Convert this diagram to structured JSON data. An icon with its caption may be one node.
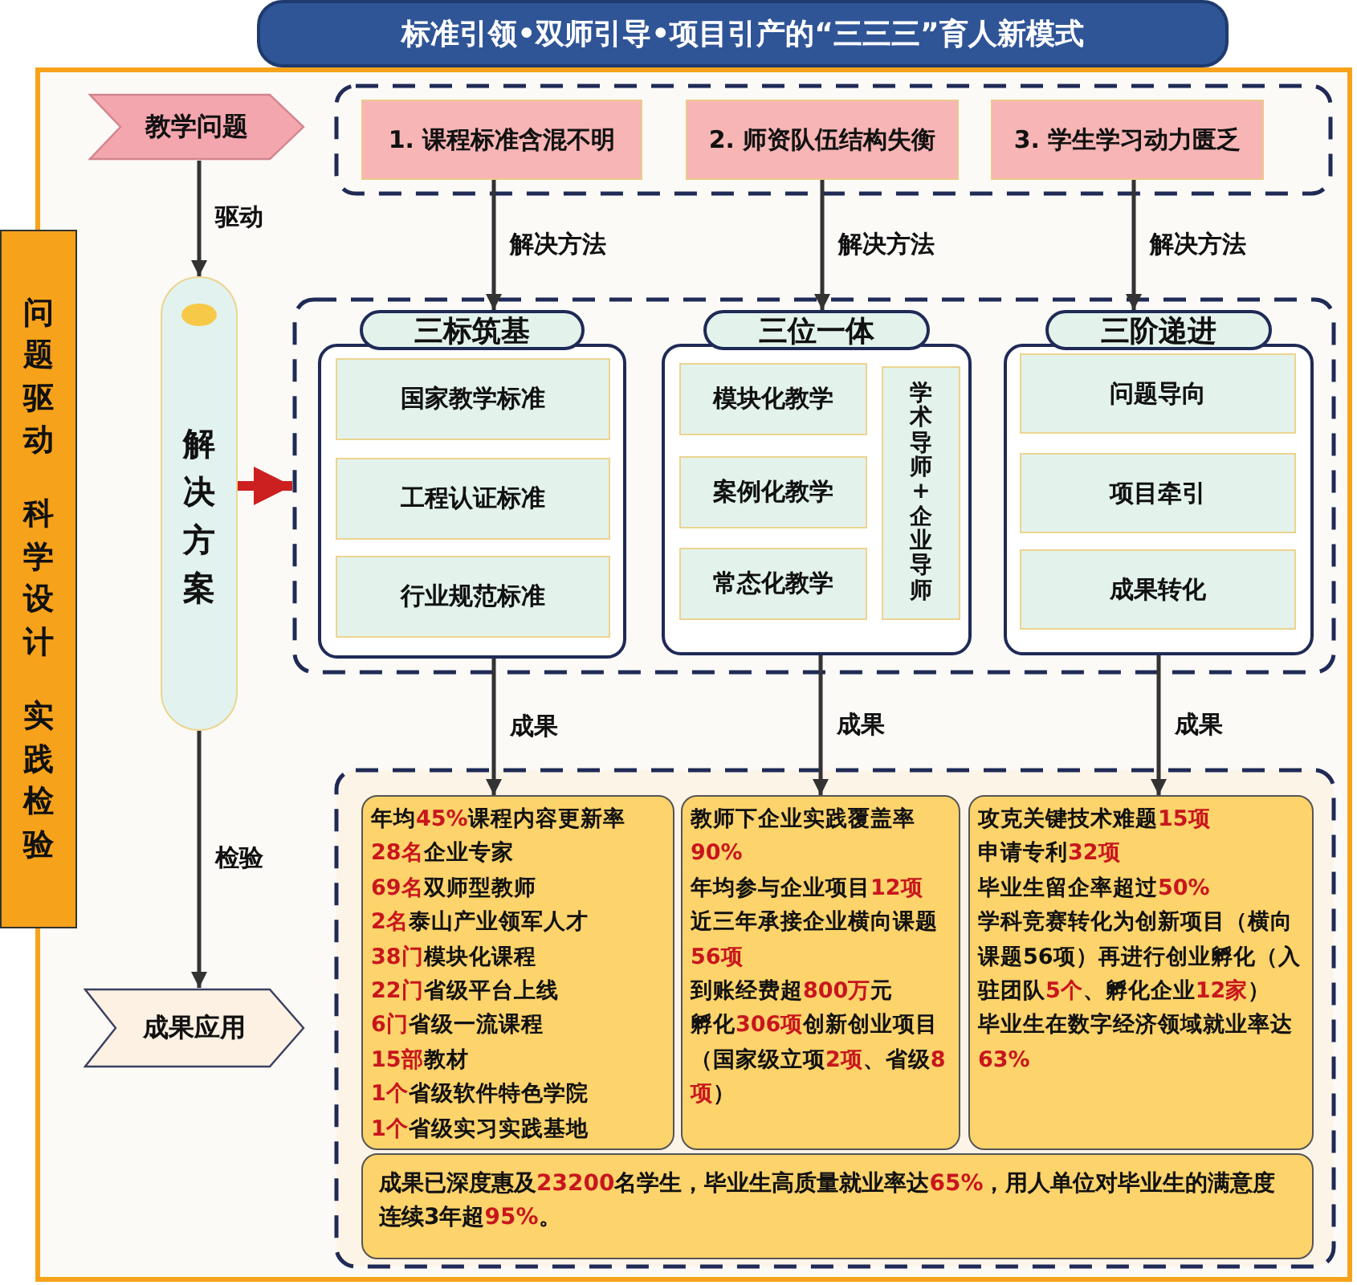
{
  "diagram": {
    "title": "标准引领•双师引导•项目引产的“三三三”育人新模式",
    "nodes": [
      {
        "text": [
          "教学问题"
        ]
      },
      {
        "text": [],
        "shape": "box"
      },
      {
        "text": [
          "1. 课程标准含混不明"
        ],
        "in": 1
      },
      {
        "text": [
          "2. 师资队伍结构失衡"
        ],
        "in": 1
      },
      {
        "text": [
          "3. 学生学习动力匮乏"
        ],
        "in": 1
      },
      {
        "text": [
          "解决方案"
        ]
      },
      {
        "text": [],
        "shape": "box"
      },
      {
        "text": [
          "三标筑基"
        ],
        "in": 6
      },
      {
        "text": [
          "国家教学标准"
        ],
        "in": 7
      },
      {
        "text": [
          "工程认证标准"
        ],
        "in": 7
      },
      {
        "text": [
          "行业规范标准"
        ],
        "in": 7
      },
      {
        "text": [
          "三位一体"
        ],
        "in": 6
      },
      {
        "text": [
          "模块化教学"
        ],
        "in": 11
      },
      {
        "text": [
          "案例化教学"
        ],
        "in": 11
      },
      {
        "text": [
          "常态化教学"
        ],
        "in": 11
      },
      {
        "text": [
          "学术导师+企业导师"
        ],
        "in": 11
      },
      {
        "text": [
          "三阶递进"
        ],
        "in": 6
      },
      {
        "text": [
          "问题导向"
        ],
        "in": 16
      },
      {
        "text": [
          "项目牵引"
        ],
        "in": 16
      },
      {
        "text": [
          "成果转化"
        ],
        "in": 16
      },
      {
        "text": [],
        "shape": "box"
      },
      {
        "text": [
          "年均**45%**课程内容更新率",
          "**28名**企业专家",
          "**69名**双师型教师",
          "**2名**泰山产业领军人才",
          "**38门**模块化课程",
          "**22门**省级平台上线",
          "**6门**省级一流课程",
          "**15部**教材",
          "**1个**省级软件特色学院",
          "**1个**省级实习实践基地"
        ],
        "in": 20
      },
      {
        "text": [
          "教师下企业实践覆盖率**90%**",
          "年均参与企业项目**12项**",
          "近三年承接企业横向课题**56项**",
          "到账经费超**800万**元",
          "孵化**306项**创新创业项目（国家级立项**2项**、省级**8项**）"
        ],
        "in": 20
      },
      {
        "text": [
          "攻克关键技术难题**15项**",
          "申请专利**32项**",
          "毕业生留企率超过**50%**",
          "学科竞赛转化为创新项目（横向课题56项）再进行创业孵化（入驻团队**5个**、孵化企业**12家**）",
          "毕业生在数字经济领域就业率达**63%**"
        ],
        "in": 20
      },
      {
        "text": [
          "成果已深度惠及**23200**名学生，毕业生高质量就业率达**65%**，用人单位对毕业生的满意度连续3年超**95%**。"
        ],
        "in": 20
      },
      {
        "text": [
          "成果应用"
        ]
      },
      {
        "text": [
          "问题驱动",
          "科学设计",
          "实践检验"
        ]
      }
    ],
    "edges": [
      {
        "from": 0,
        "to": 5,
        "arrow": "to",
        "label": "驱动"
      },
      {
        "from": 2,
        "to": 7,
        "arrow": "to",
        "label": "解决方法"
      },
      {
        "from": 3,
        "to": 11,
        "arrow": "to",
        "label": "解决方法"
      },
      {
        "from": 4,
        "to": 16,
        "arrow": "to",
        "label": "解决方法"
      },
      {
        "from": 5,
        "to": 6,
        "arrow": "to",
        "style": "thick",
        "color": "#cc1f1f"
      },
      {
        "from": 7,
        "to": 21,
        "arrow": "to",
        "label": "成果"
      },
      {
        "from": 11,
        "to": 22,
        "arrow": "to",
        "label": "成果"
      },
      {
        "from": 16,
        "to": 23,
        "arrow": "to",
        "label": "成果"
      },
      {
        "from": 5,
        "to": 25,
        "arrow": "to",
        "label": "检验"
      }
    ]
  }
}
